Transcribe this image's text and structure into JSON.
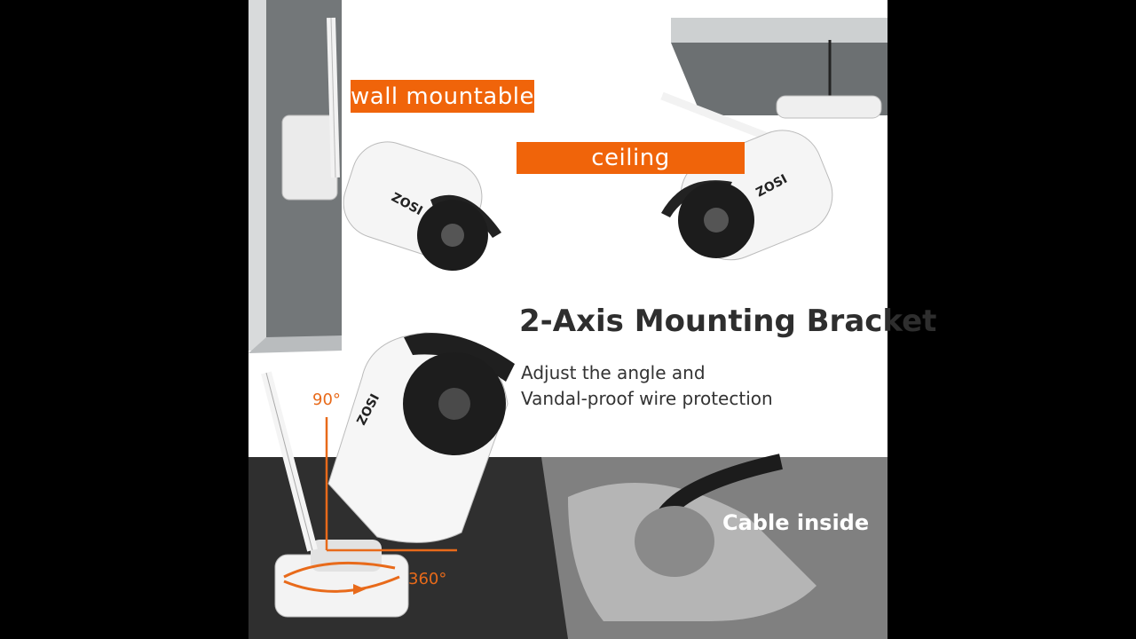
{
  "labels": {
    "wall_mountable": "wall mountable",
    "ceiling": "ceiling",
    "heading": "2-Axis Mounting Bracket",
    "sub_line1": "Adjust the angle and",
    "sub_line2": "Vandal-proof  wire protection",
    "cable_inside": "Cable inside",
    "deg_90": "90°",
    "deg_360": "360°"
  },
  "brand": "ZOSI",
  "colors": {
    "accent_orange": "#f0640a",
    "wall_gray": "#6f7375",
    "floor_dark": "#2f2f2f"
  }
}
